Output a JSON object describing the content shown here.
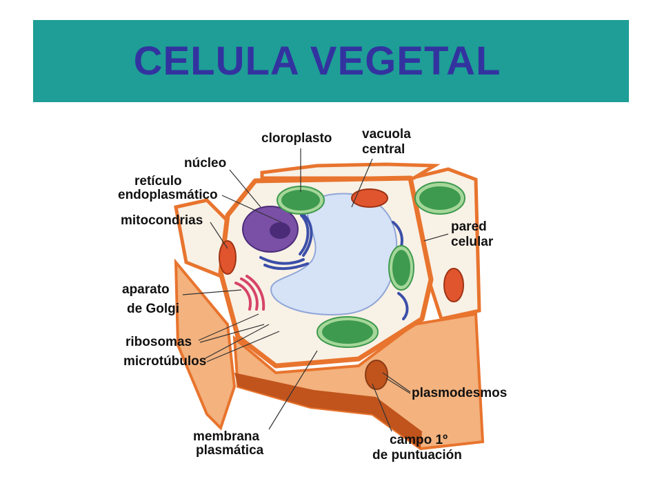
{
  "slide": {
    "title": "CELULA VEGETAL",
    "title_color": "#3333a0",
    "title_bar_color": "#1e9e96"
  },
  "diagram": {
    "colors": {
      "cell_wall": "#e8742e",
      "wall_fill": "#f3b27e",
      "wall_shadow": "#c0541c",
      "cytoplasm": "#f8f1e6",
      "vacuole": "#d6e2f6",
      "vacuole_edge": "#8fa6d8",
      "nucleus": "#7a4fa6",
      "chloroplast": "#3e9a4e",
      "chloroplast_outer": "#a6d79a",
      "mitochondria": "#e0552e",
      "golgi": "#d64466",
      "er": "#3b4fa8",
      "label_line": "#333333"
    },
    "labels": {
      "cloroplasto": "cloroplasto",
      "vacuola_1": "vacuola",
      "vacuola_2": "central",
      "nucleo": "núcleo",
      "reticulo_1": "retículo",
      "reticulo_2": "endoplasmático",
      "mitocondrias": "mitocondrias",
      "pared_1": "pared",
      "pared_2": "celular",
      "aparato_1": "aparato",
      "aparato_2": "de Golgi",
      "ribosomas": "ribosomas",
      "microtubulos": "microtúbulos",
      "plasmodesmos": "plasmodesmos",
      "membrana_1": "membrana",
      "membrana_2": "plasmática",
      "campo_1": "campo 1º",
      "campo_2": "de puntuación"
    }
  }
}
